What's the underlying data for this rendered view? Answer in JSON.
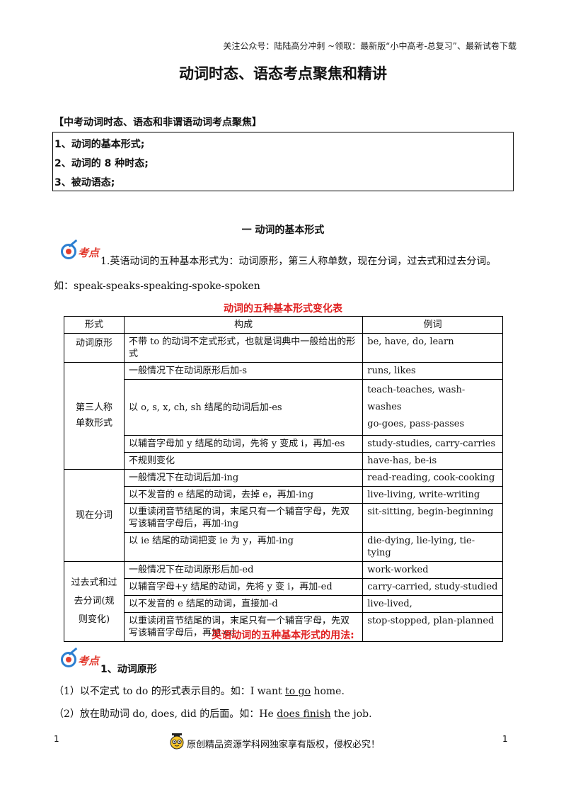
{
  "header_note": "关注公众号：陆陆高分冲刺 ~领取：最新版“小中高考-总复习”、最新试卷下载",
  "title": "动词时态、语态考点聚焦和精讲",
  "summary": {
    "heading": "【中考动词时态、语态和非谓语动词考点聚焦】",
    "items": [
      "1、动词的基本形式;",
      "2、动词的 8 种时态;",
      "3、被动语态;"
    ]
  },
  "section_heading": "一 动词的基本形式",
  "badge_label": "考点",
  "point1": {
    "text": "1.英语动词的五种基本形式为：动词原形，第三人称单数，现在分词，过去式和过去分词。",
    "example": "如：speak-speaks-speaking-spoke-spoken"
  },
  "table_caption": "动词的五种基本形式变化表",
  "table": {
    "headers": [
      "形式",
      "构成",
      "例词"
    ],
    "groups": [
      {
        "form": "动词原形",
        "rows": [
          {
            "rule": "不带 to 的动词不定式形式，也就是词典中一般给出的形式",
            "example": "be, have, do, learn"
          }
        ]
      },
      {
        "form": "第三人称单数形式",
        "rows": [
          {
            "rule": "一般情况下在动词原形后加-s",
            "example": "runs, likes"
          },
          {
            "rule": "以 o, s, x, ch, sh 结尾的动词后加-es",
            "example": "teach-teaches, wash-washes",
            "example2": "go-goes, pass-passes"
          },
          {
            "rule": "以辅音字母加 y 结尾的动词，先将 y 变成 i，再加-es",
            "example": "study-studies, carry-carries"
          },
          {
            "rule": "不规则变化",
            "example": "have-has, be-is"
          }
        ]
      },
      {
        "form": "现在分词",
        "rows": [
          {
            "rule": "一般情况下在动词后加-ing",
            "example": "read-reading, cook-cooking"
          },
          {
            "rule": "以不发音的 e 结尾的动词，去掉 e，再加-ing",
            "example": "live-living, write-writing"
          },
          {
            "rule": "以重读闭音节结尾的词，末尾只有一个辅音字母，先双写该辅音字母后，再加-ing",
            "example": "sit-sitting, begin-beginning"
          },
          {
            "rule": "以 ie 结尾的动词把变 ie 为 y，再加-ing",
            "example": "die-dying, lie-lying, tie-tying"
          }
        ]
      },
      {
        "form": "过去式和过去分词(规则变化)",
        "rows": [
          {
            "rule": "一般情况下在动词原形后加-ed",
            "example": "work-worked"
          },
          {
            "rule": "以辅音字母+y 结尾的动词，先将 y 变 i，再加-ed",
            "example": "carry-carried, study-studied"
          },
          {
            "rule": "以不发音的 e 结尾的动词，直接加-d",
            "example": "live-lived,"
          },
          {
            "rule": "以重读闭音节结尾的词，末尾只有一个辅音字母，先双写该辅音字母后，再加-ed",
            "example": "stop-stopped, plan-planned"
          }
        ]
      }
    ]
  },
  "usage_caption": "英语动词的五种基本形式的用法:",
  "point2_heading": "1、动词原形",
  "usage_lines": [
    {
      "prefix": "（1）以不定式 to do 的形式表示目的。如：I want ",
      "underlined": "to go",
      "suffix": " home."
    },
    {
      "prefix": "（2）放在助动词 do, does, did 的后面。如：He ",
      "underlined": "does finish",
      "suffix": " the job."
    }
  ],
  "footer": {
    "page_left": "1",
    "page_right": "1",
    "copyright": "原创精品资源学科网独家享有版权，侵权必究！"
  }
}
